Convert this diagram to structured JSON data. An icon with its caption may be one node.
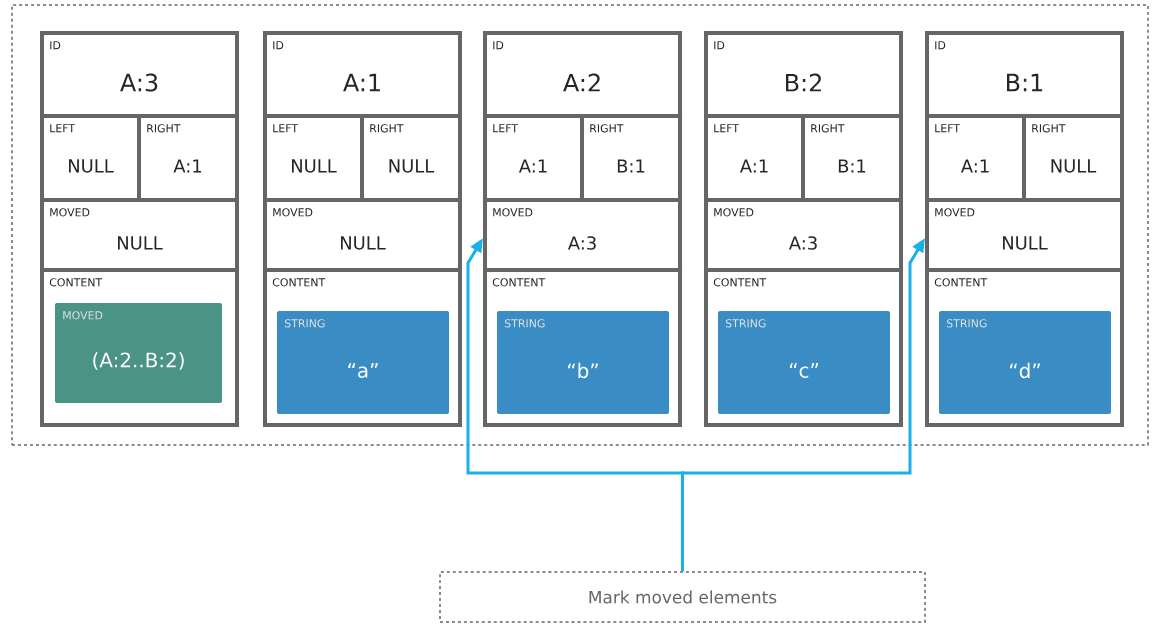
{
  "diagram": {
    "nodes": [
      {
        "text": [],
        "shape": "box"
      },
      {
        "text": [
          "ID",
          "A:3"
        ],
        "in": 0
      },
      {
        "text": [
          "LEFT",
          "NULL"
        ],
        "in": 0
      },
      {
        "text": [
          "RIGHT",
          "A:1"
        ],
        "in": 0
      },
      {
        "text": [
          "MOVED",
          "NULL"
        ],
        "in": 0
      },
      {
        "text": [
          "CONTENT"
        ],
        "in": 0
      },
      {
        "text": [
          "MOVED",
          "(A:2..B:2)"
        ],
        "in": 5
      },
      {
        "text": [
          "ID",
          "A:1"
        ],
        "in": 0
      },
      {
        "text": [
          "LEFT",
          "NULL"
        ],
        "in": 0
      },
      {
        "text": [
          "RIGHT",
          "NULL"
        ],
        "in": 0
      },
      {
        "text": [
          "MOVED",
          "NULL"
        ],
        "in": 0
      },
      {
        "text": [
          "CONTENT"
        ],
        "in": 0
      },
      {
        "text": [
          "STRING",
          "“a”"
        ],
        "in": 11
      },
      {
        "text": [
          "ID",
          "A:2"
        ],
        "in": 0
      },
      {
        "text": [
          "LEFT",
          "A:1"
        ],
        "in": 0
      },
      {
        "text": [
          "RIGHT",
          "B:1"
        ],
        "in": 0
      },
      {
        "text": [
          "MOVED",
          "A:3"
        ],
        "in": 0
      },
      {
        "text": [
          "CONTENT"
        ],
        "in": 0
      },
      {
        "text": [
          "STRING",
          "“b”"
        ],
        "in": 17
      },
      {
        "text": [
          "ID",
          "B:2"
        ],
        "in": 0
      },
      {
        "text": [
          "LEFT",
          "A:1"
        ],
        "in": 0
      },
      {
        "text": [
          "RIGHT",
          "B:1"
        ],
        "in": 0
      },
      {
        "text": [
          "MOVED",
          "A:3"
        ],
        "in": 0
      },
      {
        "text": [
          "CONTENT"
        ],
        "in": 0
      },
      {
        "text": [
          "STRING",
          "“c”"
        ],
        "in": 23
      },
      {
        "text": [
          "ID",
          "B:1"
        ],
        "in": 0
      },
      {
        "text": [
          "LEFT",
          "A:1"
        ],
        "in": 0
      },
      {
        "text": [
          "RIGHT",
          "NULL"
        ],
        "in": 0
      },
      {
        "text": [
          "MOVED",
          "NULL"
        ],
        "in": 0
      },
      {
        "text": [
          "CONTENT"
        ],
        "in": 0
      },
      {
        "text": [
          "STRING",
          "“d”"
        ],
        "in": 29
      },
      {
        "text": [
          "Mark moved elements"
        ]
      }
    ],
    "edges": [
      {
        "from": 31,
        "to": 16,
        "arrow": "to"
      },
      {
        "from": 31,
        "to": 28,
        "arrow": "to"
      }
    ]
  }
}
